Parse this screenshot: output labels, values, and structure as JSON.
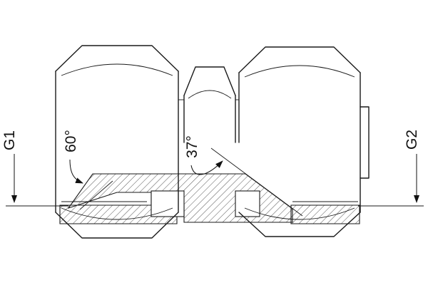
{
  "labels": {
    "g1": "G1",
    "g2": "G2",
    "angle_60": "60°",
    "angle_37": "37°"
  },
  "colors": {
    "line": "#1a1a1a",
    "background": "#ffffff"
  }
}
